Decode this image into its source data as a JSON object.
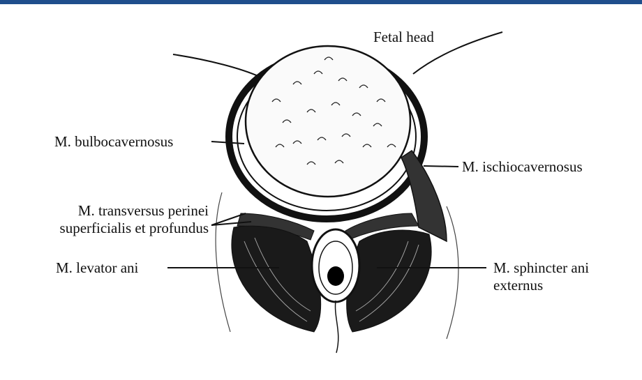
{
  "labels": {
    "fetal_head": "Fetal head",
    "bulbocavernosus": "M. bulbocavernosus",
    "ischiocavernosus": "M. ischiocavernosus",
    "transversus_line1": "M. transversus perinei",
    "transversus_line2": "superficialis et profundus",
    "levator_ani": "M. levator ani",
    "sphincter_line1": "M. sphincter ani",
    "sphincter_line2": "externus"
  },
  "colors": {
    "header_bar": "#1f4e8c",
    "ink": "#111111"
  }
}
